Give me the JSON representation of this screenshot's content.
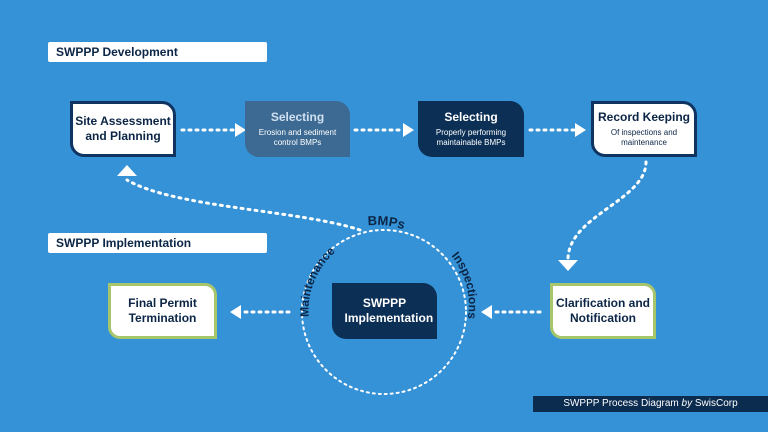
{
  "sections": {
    "development": "SWPPP Development",
    "implementation": "SWPPP Implementation"
  },
  "steps": {
    "site_assessment": {
      "title": "Site Assessment and Planning"
    },
    "selecting_erosion": {
      "title": "Selecting",
      "subtitle": "Erosion and sediment control BMPs"
    },
    "selecting_bmps": {
      "title": "Selecting",
      "subtitle": "Properly performing maintainable BMPs"
    },
    "record_keeping": {
      "title": "Record Keeping",
      "subtitle": "Of inspections and maintenance"
    },
    "clarification": {
      "title": "Clarification and Notification"
    },
    "swppp_impl": {
      "title": "SWPPP Implementation"
    },
    "final_permit": {
      "title": "Final Permit Termination"
    }
  },
  "cycle": {
    "top": "BMPs",
    "left": "Maintenance",
    "right": "Inspections"
  },
  "footer": {
    "text": "SWPPP Process Diagram",
    "by": "by",
    "brand": "SwisCorp"
  },
  "colors": {
    "background": "#3592d6",
    "dark_navy": "#0b2f55",
    "muted_blue": "#3d6a93",
    "green_outline": "#a7c56b"
  }
}
